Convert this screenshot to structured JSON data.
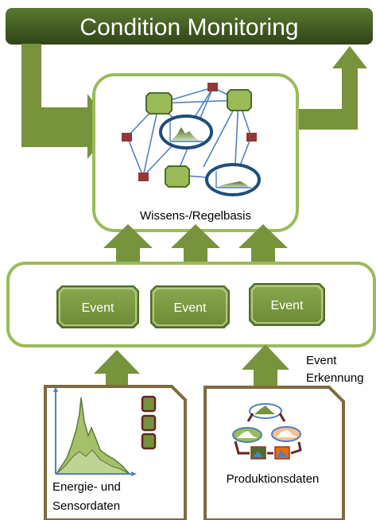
{
  "title": "Condition Monitoring",
  "knowledge_base": {
    "label": "Wissens-/Regelbasis"
  },
  "events": [
    "Event",
    "Event",
    "Event"
  ],
  "event_detection": {
    "line1": "Event",
    "line2": "Erkennung"
  },
  "sources": {
    "energy": {
      "line1": "Energie- und",
      "line2": "Sensordaten"
    },
    "production": {
      "label": "Produktionsdaten"
    }
  },
  "colors": {
    "banner": "#3f5a22",
    "arrow": "#77933c",
    "box_border": "#9bbb59",
    "event_fill": "#77933c",
    "rule_node": "#9bbb59",
    "red_node": "#953735",
    "link_blue": "#4f81bd",
    "ellipse_border": "#1f4e79"
  }
}
